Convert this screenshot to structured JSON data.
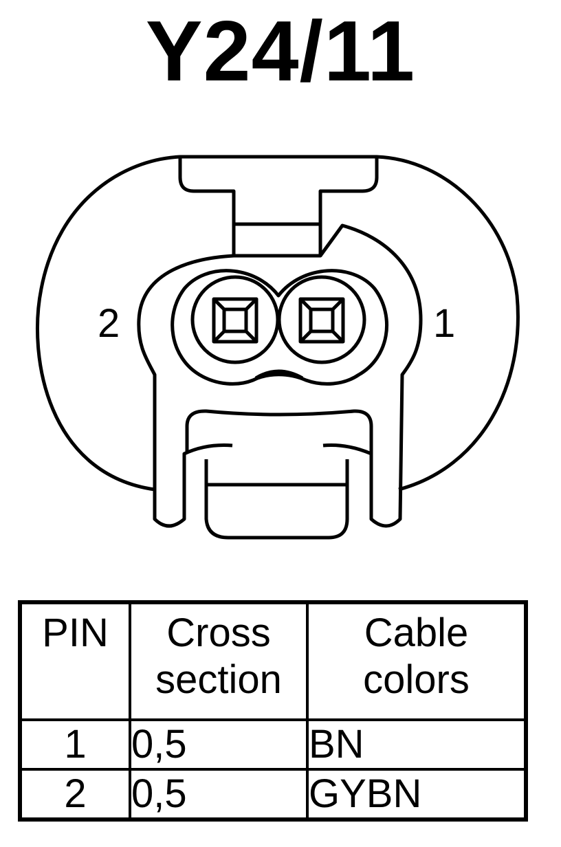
{
  "title": "Y24/11",
  "pins": [
    {
      "label": "2",
      "side": "left"
    },
    {
      "label": "1",
      "side": "right"
    }
  ],
  "table": {
    "headers": [
      {
        "line1": "PIN",
        "line2": ""
      },
      {
        "line1": "Cross",
        "line2": "section"
      },
      {
        "line1": "Cable",
        "line2": "colors"
      }
    ],
    "rows": [
      {
        "pin": "1",
        "cross_section": "0,5",
        "color": "BN"
      },
      {
        "pin": "2",
        "cross_section": "0,5",
        "color": "GYBN"
      }
    ]
  }
}
